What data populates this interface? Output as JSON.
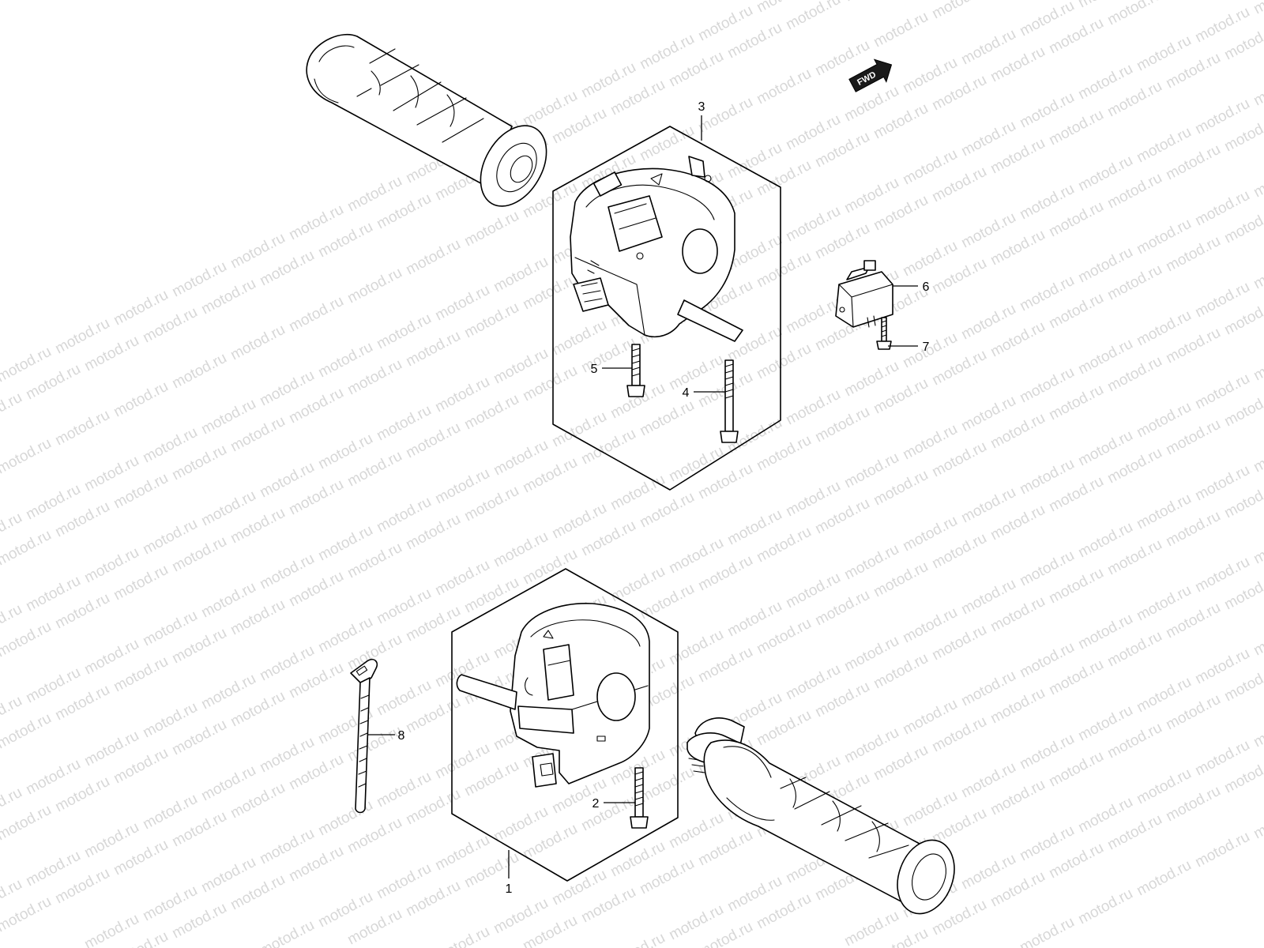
{
  "watermark": "motod.ru",
  "direction_indicator": {
    "label": "FWD",
    "icon": "forward-arrow-icon"
  },
  "callouts": [
    {
      "id": "1",
      "label": "1"
    },
    {
      "id": "2",
      "label": "2"
    },
    {
      "id": "3",
      "label": "3"
    },
    {
      "id": "4",
      "label": "4"
    },
    {
      "id": "5",
      "label": "5"
    },
    {
      "id": "6",
      "label": "6"
    },
    {
      "id": "7",
      "label": "7"
    },
    {
      "id": "8",
      "label": "8"
    }
  ]
}
